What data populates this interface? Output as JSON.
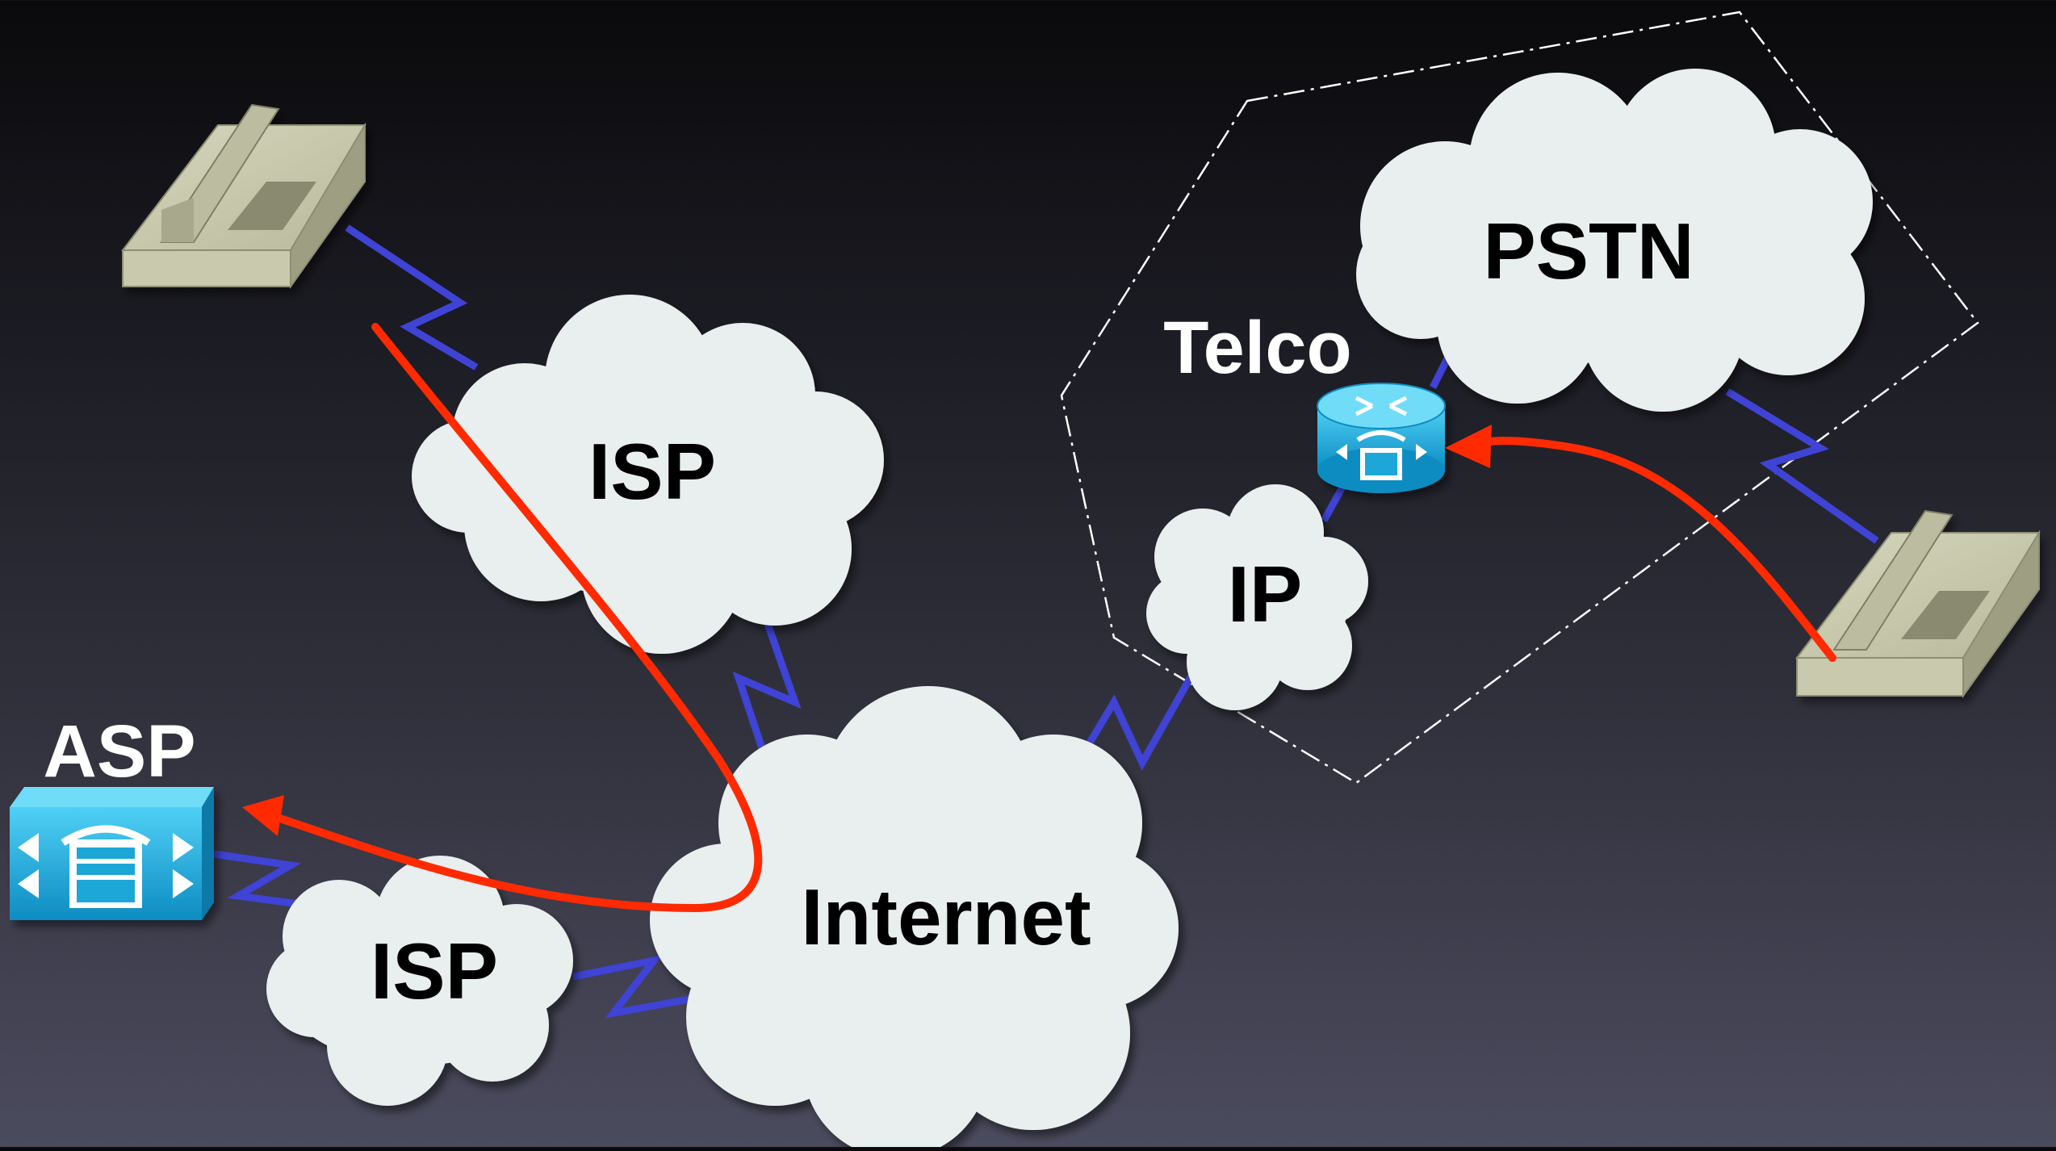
{
  "labels": {
    "isp_top": "ISP",
    "isp_bottom": "ISP",
    "internet": "Internet",
    "ip": "IP",
    "pstn": "PSTN",
    "telco": "Telco",
    "asp": "ASP"
  },
  "colors": {
    "link": "#3f43d6",
    "call_path": "#ff2a00",
    "cloud": "#e9eeee",
    "boundary": "#ffffff",
    "device": "#1aa7d8"
  },
  "icons": [
    "telephone-icon",
    "cloud-icon",
    "voice-router-icon",
    "call-manager-icon",
    "arrow-icon"
  ]
}
